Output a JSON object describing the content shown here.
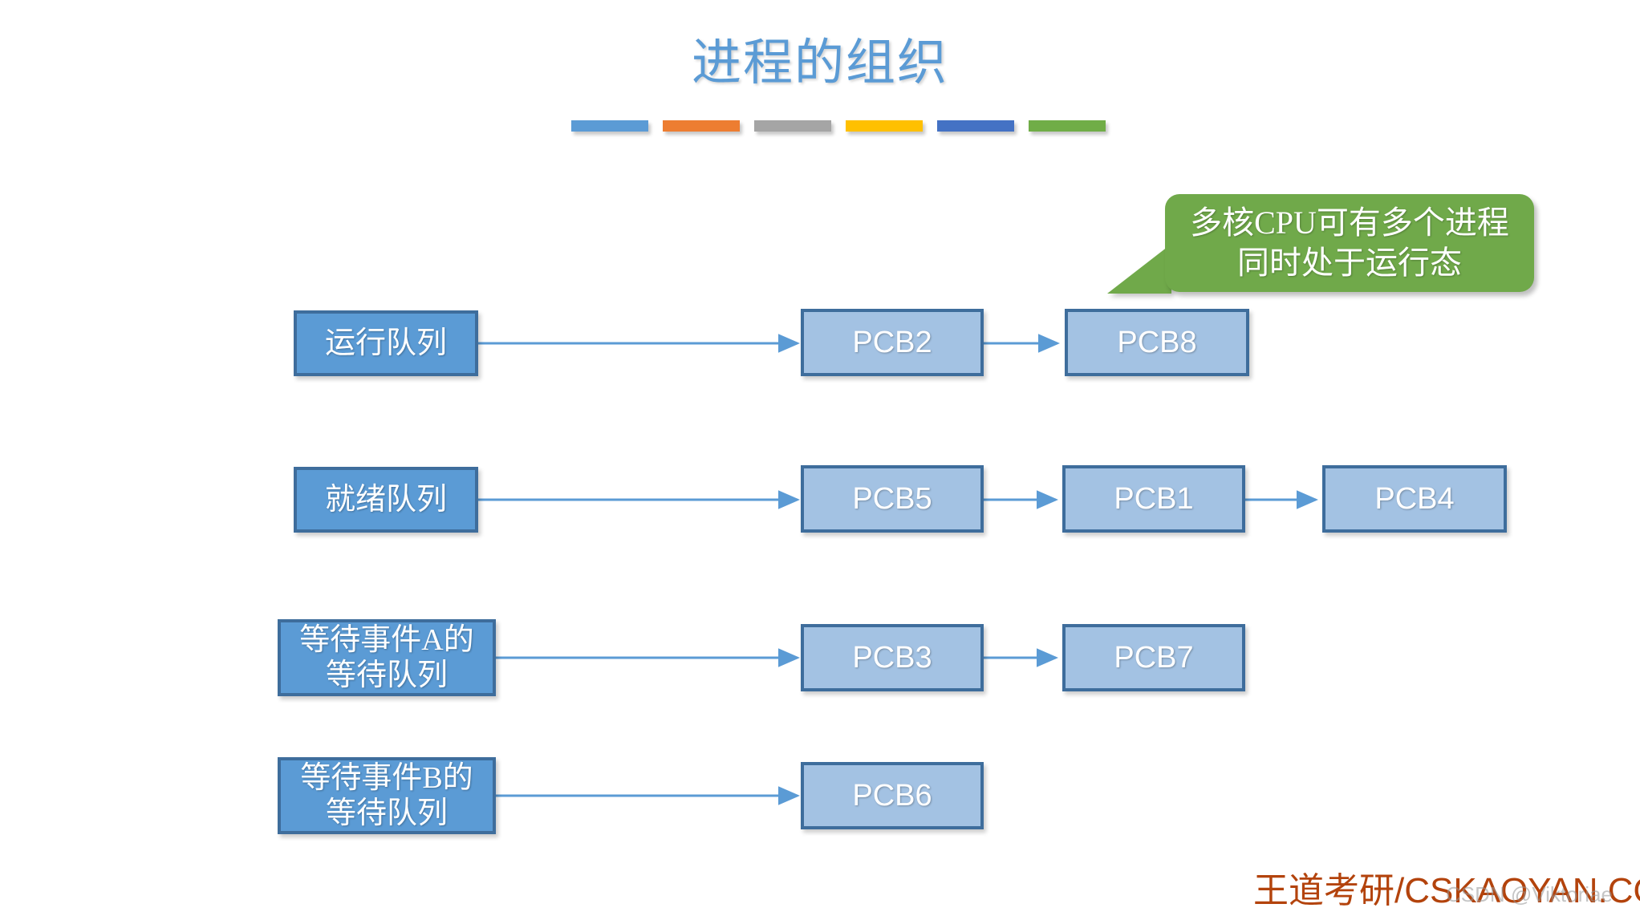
{
  "slide": {
    "title": "进程的组织",
    "title_color": "#5B9BD5",
    "background": "#ffffff"
  },
  "decor_bars": [
    {
      "name": "bar-blue",
      "color": "#5B9BD5"
    },
    {
      "name": "bar-orange",
      "color": "#ED7D31"
    },
    {
      "name": "bar-gray",
      "color": "#A5A5A5"
    },
    {
      "name": "bar-yellow",
      "color": "#FFC000"
    },
    {
      "name": "bar-darkblue",
      "color": "#4472C4"
    },
    {
      "name": "bar-green",
      "color": "#70AD47"
    }
  ],
  "callout": {
    "line1": "多核CPU可有多个进程",
    "line2": "同时处于运行态",
    "fill_color": "#70A94A",
    "text_color": "#FFFFFF"
  },
  "palette": {
    "queue_fill": "#5B9BD5",
    "pcb_fill": "#A3C2E3",
    "box_border": "#3E6D9C",
    "arrow_color": "#5B9BD5",
    "footer_color": "#B3430C"
  },
  "rows": [
    {
      "name": "running-queue-row",
      "queue_label": "运行队列",
      "queue_label_lines": [
        "运行队列"
      ],
      "pcbs": [
        "PCB2",
        "PCB8"
      ]
    },
    {
      "name": "ready-queue-row",
      "queue_label": "就绪队列",
      "queue_label_lines": [
        "就绪队列"
      ],
      "pcbs": [
        "PCB5",
        "PCB1",
        "PCB4"
      ]
    },
    {
      "name": "waiting-event-a-row",
      "queue_label": "等待事件A的等待队列",
      "queue_label_lines": [
        "等待事件A的",
        "等待队列"
      ],
      "pcbs": [
        "PCB3",
        "PCB7"
      ]
    },
    {
      "name": "waiting-event-b-row",
      "queue_label": "等待事件B的等待队列",
      "queue_label_lines": [
        "等待事件B的",
        "等待队列"
      ],
      "pcbs": [
        "PCB6"
      ]
    }
  ],
  "footer": {
    "text": "王道考研/CSKAOYAN.COM",
    "watermark": "CSDN @Viktoriae"
  }
}
